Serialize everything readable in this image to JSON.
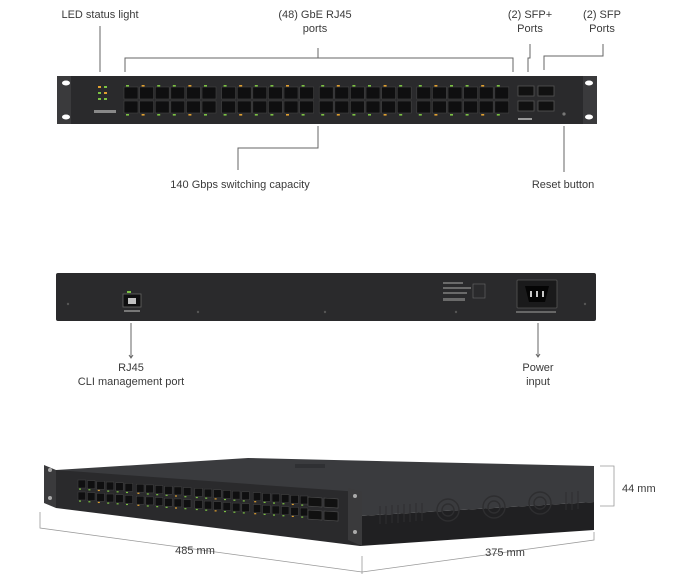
{
  "front": {
    "led_label": "LED status light",
    "rj45_label_line1": "(48) GbE RJ45",
    "rj45_label_line2": "ports",
    "sfpplus_label_line1": "(2) SFP+",
    "sfpplus_label_line2": "Ports",
    "sfp_label_line1": "(2) SFP",
    "sfp_label_line2": "Ports",
    "switching_label": "140 Gbps switching capacity",
    "reset_label": "Reset button"
  },
  "rear": {
    "cli_label_line1": "RJ45",
    "cli_label_line2": "CLI management port",
    "power_label_line1": "Power",
    "power_label_line2": "input"
  },
  "dimensions": {
    "height": "44 mm",
    "width": "485 mm",
    "depth": "375 mm"
  },
  "colors": {
    "chassis": "#2a2a2c",
    "chassis_edge": "#1a1a1b",
    "port": "#0f0f10",
    "led_green": "#7cc243",
    "led_amber": "#e0a030",
    "rack_ear": "#3a3a3c"
  },
  "port_count": 48
}
